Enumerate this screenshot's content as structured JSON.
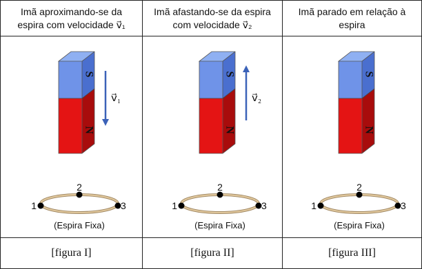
{
  "headers": [
    {
      "line1": "Imã aproximando-se da",
      "line2": "espira com velocidade v⃗₁"
    },
    {
      "line1": "Imã afastando-se da espira",
      "line2": "com velocidade v⃗₂"
    },
    {
      "line1": "Imã parado em relação à",
      "line2": "espira"
    }
  ],
  "panels": [
    {
      "pole_top": "S",
      "pole_bottom": "N",
      "velocity_label": "v⃗₁",
      "velocity_direction": "down",
      "points": [
        "1",
        "2",
        "3"
      ],
      "loop_label": "(Espira Fixa)"
    },
    {
      "pole_top": "S",
      "pole_bottom": "N",
      "velocity_label": "v⃗₂",
      "velocity_direction": "up",
      "points": [
        "1",
        "2",
        "3"
      ],
      "loop_label": "(Espira Fixa)"
    },
    {
      "pole_top": "S",
      "pole_bottom": "N",
      "velocity_label": "",
      "velocity_direction": "none",
      "points": [
        "1",
        "2",
        "3"
      ],
      "loop_label": "(Espira Fixa)"
    }
  ],
  "captions": [
    "[figura I]",
    "[figura II]",
    "[figura III]"
  ],
  "colors": {
    "south_face": "#6f93e8",
    "south_side": "#4a6fcf",
    "north_face": "#e41414",
    "north_side": "#a80c0c",
    "arrow": "#3b62b8",
    "loop": "#e0c79c",
    "loop_edge": "#9c835e"
  }
}
